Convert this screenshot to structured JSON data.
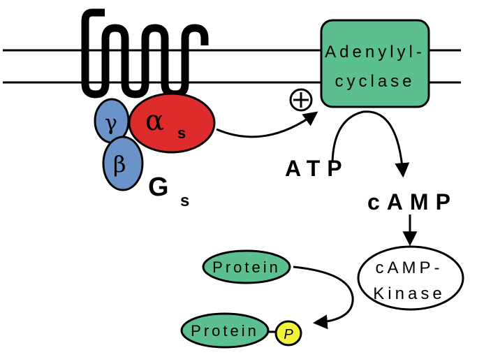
{
  "colors": {
    "membrane": "#000000",
    "gamma_beta_fill": "#6b93c9",
    "alpha_fill": "#de2b2b",
    "adenylyl_fill": "#5cbf8f",
    "protein_fill": "#5cbf8f",
    "phosphate_fill": "#f2f23a",
    "kinase_fill": "#ffffff"
  },
  "receptor": {
    "icon": "seven-transmembrane-receptor"
  },
  "g_protein": {
    "gamma": "γ",
    "beta": "β",
    "alpha": "α",
    "alpha_sub": "s",
    "label": "G",
    "label_sub": "s"
  },
  "stimulation": {
    "symbol": "⊕"
  },
  "adenylyl_cyclase": {
    "line1": "Adenylyl-",
    "line2": "cyclase"
  },
  "substrate": {
    "atp": "ATP",
    "camp": "cAMP"
  },
  "kinase": {
    "line1": "cAMP-",
    "line2": "Kinase"
  },
  "protein": {
    "label": "Protein"
  },
  "phospho_protein": {
    "label": "Protein",
    "phosphate": "P"
  }
}
